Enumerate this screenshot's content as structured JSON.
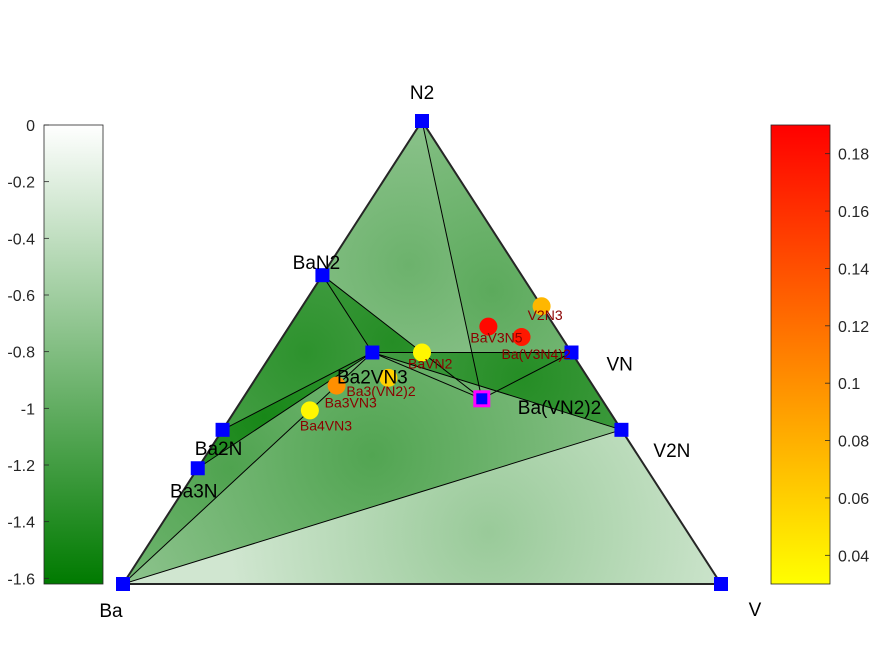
{
  "chart_data": {
    "type": "scatter",
    "subtype": "ternary-phase-diagram",
    "corners": {
      "top": "N2",
      "left": "Ba",
      "right": "V"
    },
    "left_colorbar": {
      "ticks": [
        "0",
        "-0.2",
        "-0.4",
        "-0.6",
        "-0.8",
        "-1",
        "-1.2",
        "-1.4",
        "-1.6"
      ],
      "range": [
        -1.62,
        0
      ],
      "colors": [
        "#007a00",
        "#ffffff"
      ]
    },
    "right_colorbar": {
      "ticks": [
        "0.18",
        "0.16",
        "0.14",
        "0.12",
        "0.1",
        "0.08",
        "0.06",
        "0.04"
      ],
      "range": [
        0.03,
        0.19
      ],
      "colors": [
        "#ffff00",
        "#ff0000"
      ]
    },
    "stable_phases": [
      {
        "name": "N2",
        "ba": 0,
        "v": 0,
        "n": 1.0,
        "energy": 0,
        "show_label": true
      },
      {
        "name": "Ba",
        "ba": 1.0,
        "v": 0,
        "n": 0,
        "energy": 0,
        "show_label": true
      },
      {
        "name": "V",
        "ba": 0,
        "v": 1.0,
        "n": 0,
        "energy": 0,
        "show_label": true
      },
      {
        "name": "BaN2",
        "ba": 0.333,
        "v": 0,
        "n": 0.667,
        "energy": -0.55,
        "show_label": true
      },
      {
        "name": "Ba2N",
        "ba": 0.667,
        "v": 0,
        "n": 0.333,
        "energy": -1.05,
        "show_label": true
      },
      {
        "name": "Ba3N",
        "ba": 0.75,
        "v": 0,
        "n": 0.25,
        "energy": -0.95,
        "show_label": true
      },
      {
        "name": "VN",
        "ba": 0,
        "v": 0.5,
        "n": 0.5,
        "energy": -0.85,
        "show_label": true
      },
      {
        "name": "V2N",
        "ba": 0,
        "v": 0.667,
        "n": 0.333,
        "energy": -0.9,
        "show_label": true
      },
      {
        "name": "Ba2VN3",
        "ba": 0.333,
        "v": 0.167,
        "n": 0.5,
        "energy": -1.35,
        "show_label": true
      },
      {
        "name": "Ba(VN2)2",
        "ba": 0.2,
        "v": 0.4,
        "n": 0.4,
        "energy": -1.2,
        "show_label": true
      }
    ],
    "unstable_phases": [
      {
        "name": "V2N3",
        "ba": 0,
        "v": 0.4,
        "n": 0.6,
        "e_above_hull": 0.075
      },
      {
        "name": "Ba(V3N4)2",
        "ba": 0.0667,
        "v": 0.4,
        "n": 0.533,
        "e_above_hull": 0.175
      },
      {
        "name": "BaVN2",
        "ba": 0.25,
        "v": 0.25,
        "n": 0.5,
        "e_above_hull": 0.035
      },
      {
        "name": "BaV3N5",
        "ba": 0.111,
        "v": 0.333,
        "n": 0.556,
        "e_above_hull": 0.185
      },
      {
        "name": "Ba3(VN2)2",
        "ba": 0.333,
        "v": 0.222,
        "n": 0.444,
        "e_above_hull": 0.06
      },
      {
        "name": "Ba4VN3",
        "ba": 0.5,
        "v": 0.125,
        "n": 0.375,
        "e_above_hull": 0.035
      },
      {
        "name": "Ba3VN3",
        "ba": 0.4286,
        "v": 0.1429,
        "n": 0.4286,
        "e_above_hull": 0.1
      }
    ],
    "tie_lines": [
      [
        "N2",
        "BaN2"
      ],
      [
        "N2",
        "Ba(VN2)2"
      ],
      [
        "N2",
        "VN"
      ],
      [
        "BaN2",
        "Ba(VN2)2"
      ],
      [
        "BaN2",
        "Ba2VN3"
      ],
      [
        "Ba2VN3",
        "Ba(VN2)2"
      ],
      [
        "Ba2VN3",
        "VN"
      ],
      [
        "Ba(VN2)2",
        "VN"
      ],
      [
        "Ba2VN3",
        "V2N"
      ],
      [
        "Ba2VN3",
        "Ba2N"
      ],
      [
        "Ba2VN3",
        "Ba3N"
      ],
      [
        "Ba2VN3",
        "Ba"
      ],
      [
        "Ba",
        "V2N"
      ]
    ]
  },
  "colors": {
    "stable_marker": "#0000ff",
    "highlight_outline": "#ff00ff",
    "outline": "#262626",
    "tie_line": "#000000"
  }
}
